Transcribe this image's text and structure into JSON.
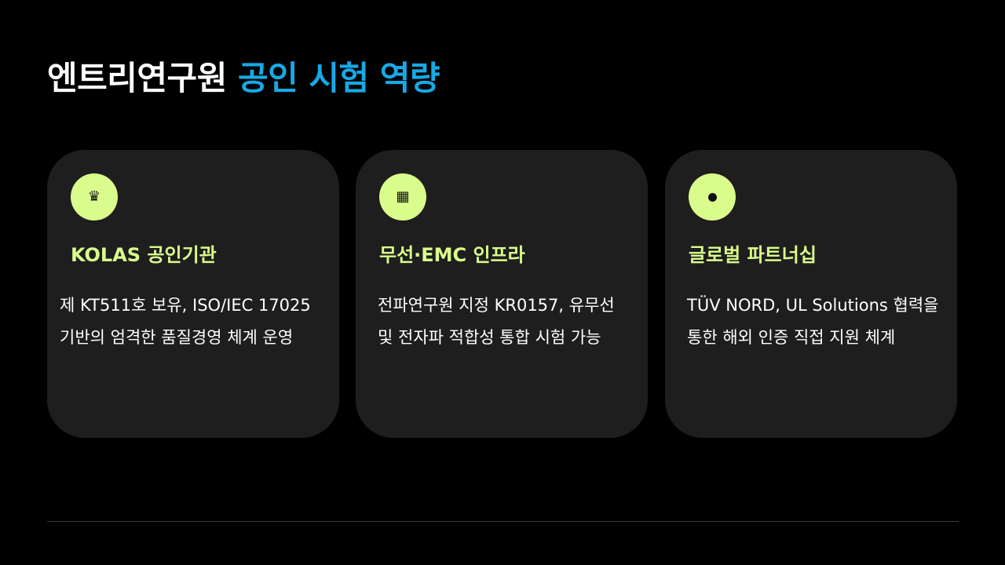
{
  "title": {
    "main": "엔트리연구원",
    "accent": "공인 시험 역량"
  },
  "colors": {
    "background": "#000000",
    "card": "#1e1e1e",
    "accent_blue": "#17a9e6",
    "accent_lime": "#d9fc8c"
  },
  "cards": [
    {
      "icon": "crown-icon",
      "icon_glyph": "♛",
      "title": "KOLAS 공인기관",
      "lines": [
        "제 KT511호 보유, ISO/IEC 17025",
        "기반의 엄격한 품질경영 체계 운영"
      ]
    },
    {
      "icon": "grid-icon",
      "icon_glyph": "▦",
      "title": "무선·EMC 인프라",
      "lines": [
        "전파연구원 지정 KR0157, 유무선",
        "및 전자파 적합성 통합 시험 가능"
      ]
    },
    {
      "icon": "dot-icon",
      "icon_glyph": "",
      "title": "글로벌 파트너십",
      "lines": [
        "TÜV NORD, UL Solutions 협력을",
        "통한 해외 인증 직접 지원 체계"
      ]
    }
  ]
}
